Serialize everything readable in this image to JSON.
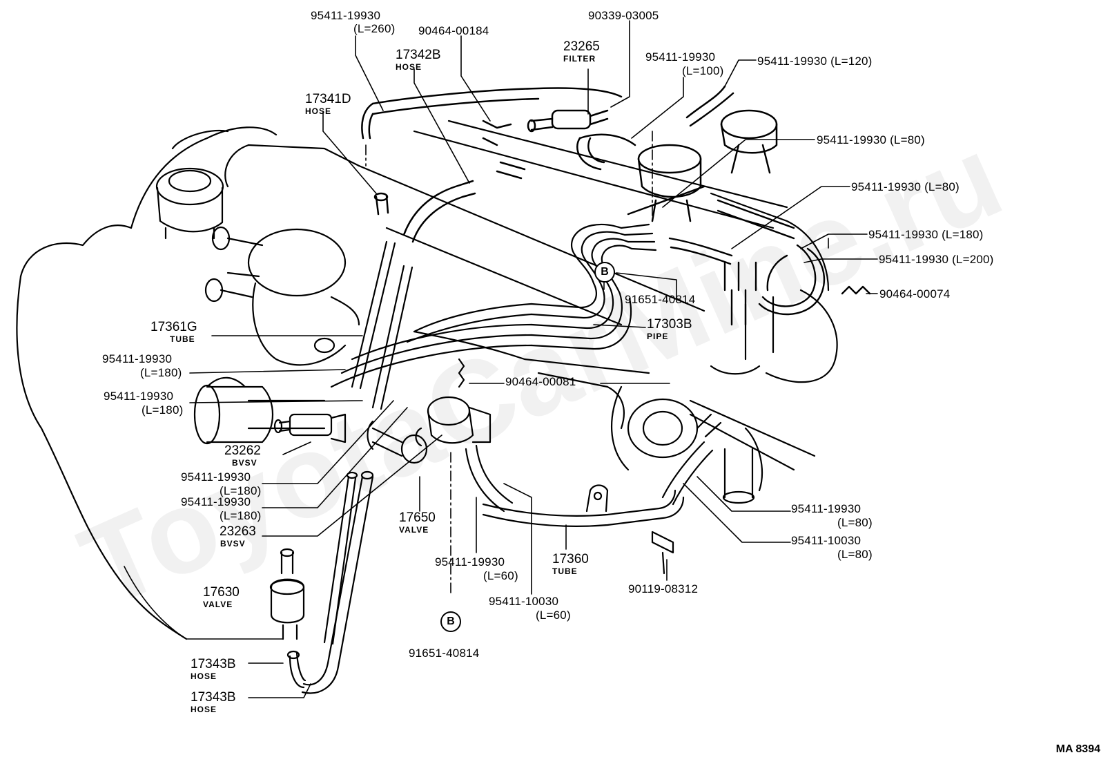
{
  "watermark": "ToyotaCarMine.ru",
  "diagram_code": "MA 8394",
  "callout_b": "B",
  "labels": {
    "p95411_260": "95411-19930",
    "p95411_260_len": "(L=260)",
    "p90464_00184": "90464-00184",
    "p90339_03005": "90339-03005",
    "p23265": "23265",
    "p23265_name": "FILTER",
    "p17342b": "17342B",
    "p17342b_name": "HOSE",
    "p17341d": "17341D",
    "p17341d_name": "HOSE",
    "p95411_100": "95411-19930",
    "p95411_100_len": "(L=100)",
    "p95411_120": "95411-19930 (L=120)",
    "p95411_80a": "95411-19930 (L=80)",
    "p95411_80b": "95411-19930 (L=80)",
    "p95411_180a": "95411-19930 (L=180)",
    "p95411_200": "95411-19930 (L=200)",
    "p90464_00074": "90464-00074",
    "p91651_top": "91651-40814",
    "p17303b": "17303B",
    "p17303b_name": "PIPE",
    "p17361g": "17361G",
    "p17361g_name": "TUBE",
    "p95411_l1": "95411-19930",
    "p95411_l1_len": "(L=180)",
    "p95411_l2": "95411-19930",
    "p95411_l2_len": "(L=180)",
    "p90464_00081": "90464-00081",
    "p23262": "23262",
    "p23262_name": "BVSV",
    "p95411_l3": "95411-19930",
    "p95411_l3_len": "(L=180)",
    "p95411_l4": "95411-19930",
    "p95411_l4_len": "(L=180)",
    "p23263": "23263",
    "p23263_name": "BVSV",
    "p17650": "17650",
    "p17650_name": "VALVE",
    "p95411_60": "95411-19930",
    "p95411_60_len": "(L=60)",
    "p17360": "17360",
    "p17360_name": "TUBE",
    "p95411_80c": "95411-19930",
    "p95411_80c_len": "(L=80)",
    "p95411_10030_80": "95411-10030",
    "p95411_10030_80_len": "(L=80)",
    "p90119": "90119-08312",
    "p95411_10030_60": "95411-10030",
    "p95411_10030_60_len": "(L=60)",
    "p17630": "17630",
    "p17630_name": "VALVE",
    "p91651_bot": "91651-40814",
    "p17343b_1": "17343B",
    "p17343b_1_name": "HOSE",
    "p17343b_2": "17343B",
    "p17343b_2_name": "HOSE"
  }
}
